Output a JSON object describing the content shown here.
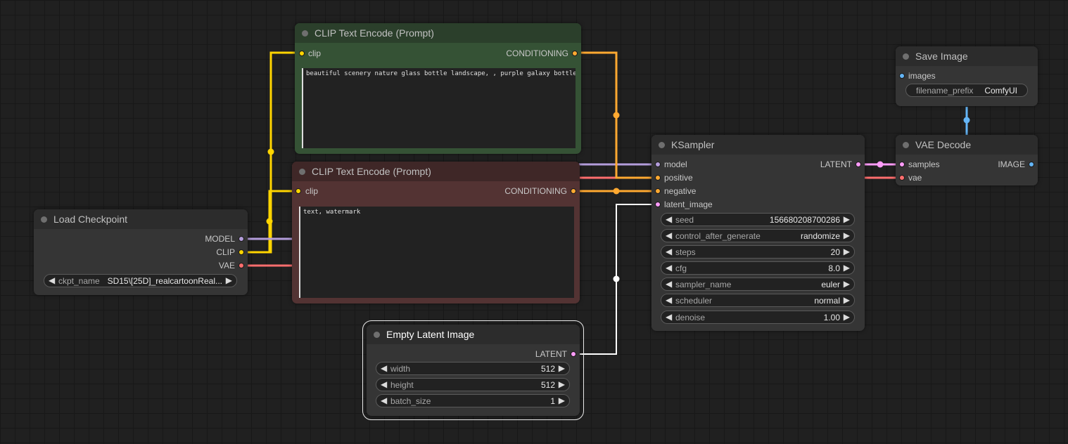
{
  "nodes": {
    "clip_pos": {
      "title": "CLIP Text Encode (Prompt)",
      "input_clip": "clip",
      "output": "CONDITIONING",
      "text": "beautiful scenery nature glass bottle landscape, , purple galaxy bottle,"
    },
    "clip_neg": {
      "title": "CLIP Text Encode (Prompt)",
      "input_clip": "clip",
      "output": "CONDITIONING",
      "text": "text, watermark"
    },
    "checkpoint": {
      "title": "Load Checkpoint",
      "out_model": "MODEL",
      "out_clip": "CLIP",
      "out_vae": "VAE",
      "ckpt_name_label": "ckpt_name",
      "ckpt_name_value": "SD15\\[25D]_realcartoonReal..."
    },
    "latent": {
      "title": "Empty Latent Image",
      "output": "LATENT",
      "width_label": "width",
      "width_value": "512",
      "height_label": "height",
      "height_value": "512",
      "batch_label": "batch_size",
      "batch_value": "1"
    },
    "ksampler": {
      "title": "KSampler",
      "in_model": "model",
      "in_positive": "positive",
      "in_negative": "negative",
      "in_latent": "latent_image",
      "output": "LATENT",
      "widgets": [
        {
          "label": "seed",
          "value": "156680208700286"
        },
        {
          "label": "control_after_generate",
          "value": "randomize"
        },
        {
          "label": "steps",
          "value": "20"
        },
        {
          "label": "cfg",
          "value": "8.0"
        },
        {
          "label": "sampler_name",
          "value": "euler"
        },
        {
          "label": "scheduler",
          "value": "normal"
        },
        {
          "label": "denoise",
          "value": "1.00"
        }
      ]
    },
    "save": {
      "title": "Save Image",
      "in_images": "images",
      "prefix_label": "filename_prefix",
      "prefix_value": "ComfyUI"
    },
    "vae_decode": {
      "title": "VAE Decode",
      "in_samples": "samples",
      "in_vae": "vae",
      "output": "IMAGE"
    }
  },
  "colors": {
    "clip": "#ffd500",
    "conditioning": "#ffa931",
    "model": "#b39ddb",
    "vae": "#ff6e6e",
    "latent": "#ff9cf9",
    "image": "#64b5f6",
    "link_white": "#ffffff",
    "pos_node_body": "#355235",
    "pos_node_title": "#2b3f2b",
    "neg_node_body": "#533333",
    "neg_node_title": "#3f2727"
  }
}
